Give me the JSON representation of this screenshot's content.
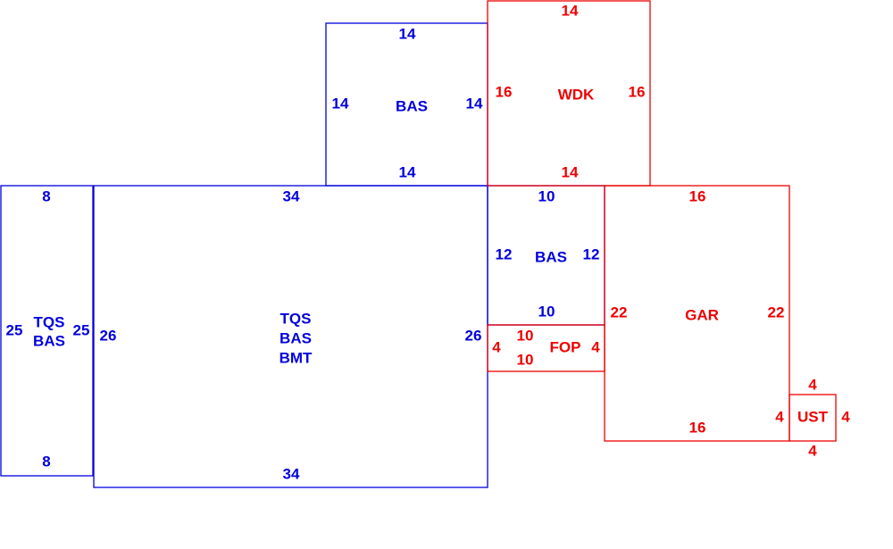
{
  "colors": {
    "living": "#0000dd",
    "other": "#ee0000"
  },
  "areas": {
    "tqs_bas_left": {
      "label1": "TQS",
      "label2": "BAS",
      "top": "8",
      "bottom": "8",
      "left": "25",
      "right": "25"
    },
    "main": {
      "label1": "TQS",
      "label2": "BAS",
      "label3": "BMT",
      "top": "34",
      "bottom": "34",
      "left": "26",
      "right": "26"
    },
    "bas_top": {
      "label": "BAS",
      "top": "14",
      "bottom": "14",
      "left": "14",
      "right": "14"
    },
    "wdk": {
      "label": "WDK",
      "top": "14",
      "bottom": "14",
      "left": "16",
      "right": "16"
    },
    "bas_right": {
      "label": "BAS",
      "top": "10",
      "bottom": "10",
      "left": "12",
      "right": "12"
    },
    "fop": {
      "label": "FOP",
      "top": "10",
      "bottom": "10",
      "left": "4",
      "right": "4"
    },
    "gar": {
      "label": "GAR",
      "top": "16",
      "bottom": "16",
      "left": "22",
      "right": "22"
    },
    "ust": {
      "label": "UST",
      "top": "4",
      "bottom": "4",
      "left": "4",
      "right": "4"
    }
  }
}
